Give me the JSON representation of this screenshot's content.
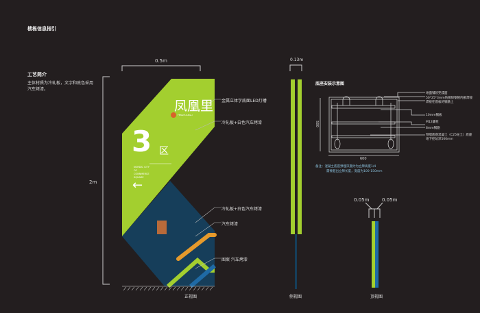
{
  "page_title": "楼栋信息指引",
  "intro": {
    "heading": "工艺简介",
    "text_line1": "主体材质为冷轧板，文字和底色采用",
    "text_line2": "汽车烤漆。"
  },
  "front_view": {
    "width_label": "0.5m",
    "height_label": "2m",
    "caption": "正视图",
    "logo_text": "凤凰里",
    "logo_sub": "FENGHUANGLI",
    "zone_number": "3",
    "zone_char": "区",
    "english_lines": [
      "NORDIC CITY",
      "OF",
      "CONNMERCE",
      "SQUARE"
    ],
    "arrow": "←",
    "callouts": [
      "金属立体字底面LED灯槽",
      "冷轧板+白色汽车烤漆",
      "冷轧板+白色汽车烤漆",
      "汽车烤漆",
      "图案 汽车烤漆"
    ]
  },
  "side_view": {
    "width_label": "0.13m",
    "caption": "侧视图"
  },
  "top_view": {
    "left_label": "0.05m",
    "right_label": "0.05m",
    "caption": "顶视图"
  },
  "foundation": {
    "title": "底座安装示意图",
    "dim_height": "500",
    "dim_width": "600",
    "callouts": [
      "地面铺装完成面",
      "50*25*3mm热镀锌钢管内部焊接",
      "焊接在底板的钢筋上",
      "10mm钢板",
      "M12螺栓",
      "8mm钢筋",
      "预埋底座混凝土（C25砼土）底座",
      "地下挖坑深500mm"
    ],
    "note_line1": "备注：混凝土底座预埋深度约为立牌高度1/4",
    "note_line2": "需要超出立牌长度，宽度为100-150mm"
  },
  "colors": {
    "background": "#231e1f",
    "green": "#a3cf2f",
    "navy": "#163e5a",
    "orange": "#e59a2c",
    "blue": "#1f6aa5"
  }
}
